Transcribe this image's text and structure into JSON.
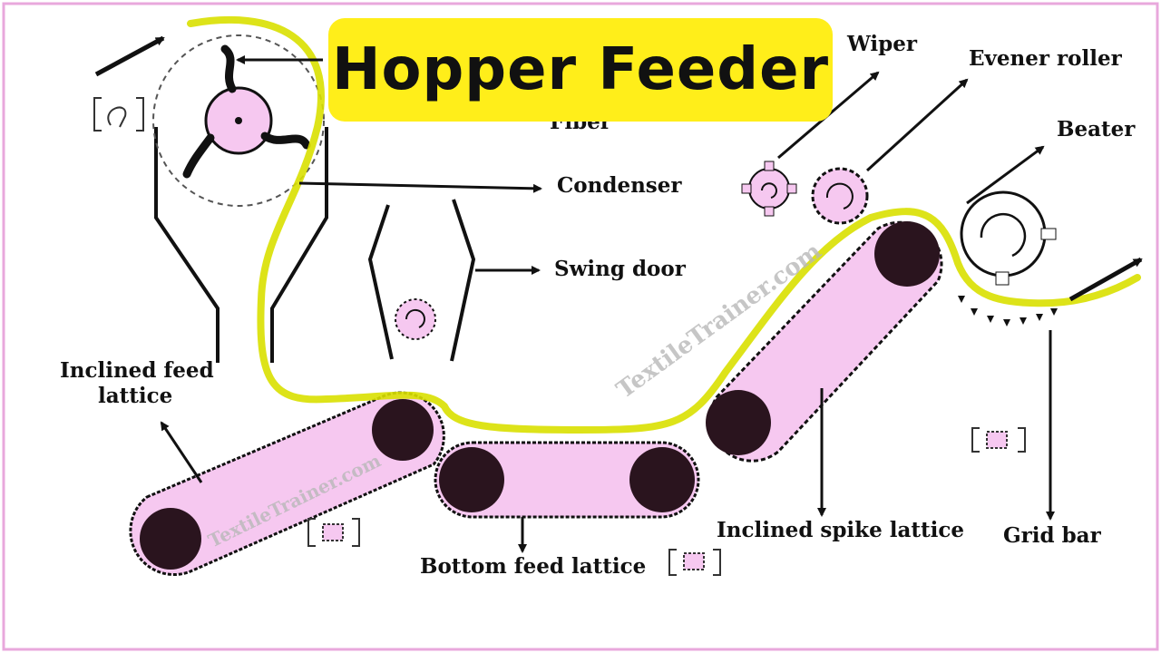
{
  "title": "Hopper Feeder",
  "watermark": "TextileTrainer.com",
  "colors": {
    "frame": "#e8a8dc",
    "highlight": "#d9e000",
    "lattice_fill": "#f6c8f0",
    "roller": "#2a141e",
    "title_bg": "#ffee1a"
  },
  "labels": {
    "fiber": "Fiber",
    "condenser": "Condenser",
    "swing_door": "Swing door",
    "wiper": "Wiper",
    "evener_roller": "Evener roller",
    "beater": "Beater",
    "inclined_feed_lattice": [
      "Inclined feed",
      "lattice"
    ],
    "bottom_feed_lattice": "Bottom feed lattice",
    "inclined_spike_lattice": "Inclined spike lattice",
    "grid_bar": "Grid bar"
  }
}
